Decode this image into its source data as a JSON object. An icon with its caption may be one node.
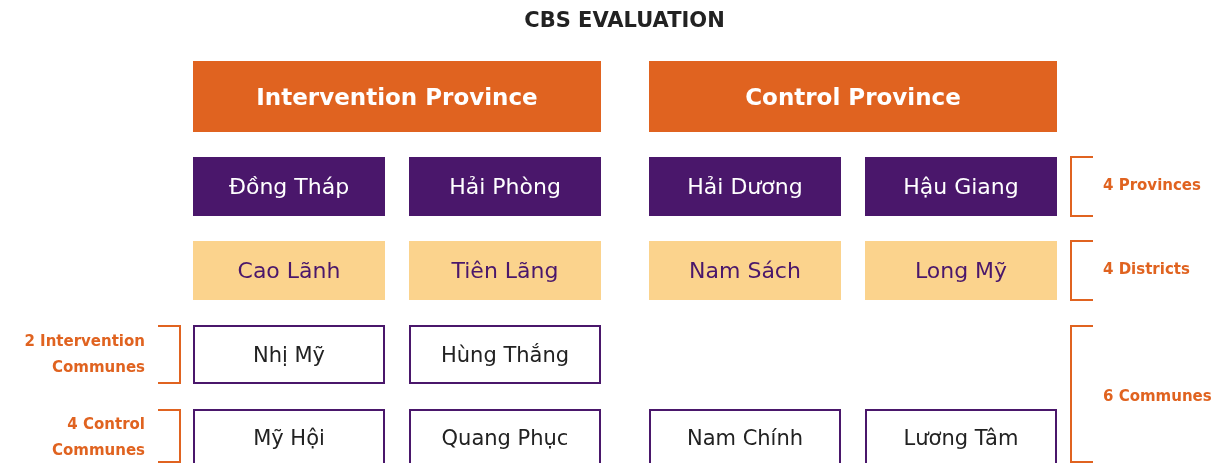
{
  "diagram": {
    "title": "CBS EVALUATION",
    "nodes": [
      {
        "text": [
          "Intervention Province"
        ]
      },
      {
        "text": [
          "Control Province"
        ]
      },
      {
        "text": [
          "Đồng Tháp"
        ]
      },
      {
        "text": [
          "Hải Phòng"
        ]
      },
      {
        "text": [
          "Hải Dương"
        ]
      },
      {
        "text": [
          "Hậu Giang"
        ]
      },
      {
        "text": [
          "Cao Lãnh"
        ]
      },
      {
        "text": [
          "Tiên Lãng"
        ]
      },
      {
        "text": [
          "Nam Sách"
        ]
      },
      {
        "text": [
          "Long Mỹ"
        ]
      },
      {
        "text": [
          "Nhị Mỹ"
        ]
      },
      {
        "text": [
          "Hùng Thắng"
        ]
      },
      {
        "text": [
          "Mỹ Hội"
        ]
      },
      {
        "text": [
          "Quang Phục"
        ]
      },
      {
        "text": [
          "Nam Chính"
        ]
      },
      {
        "text": [
          "Lương Tâm"
        ]
      }
    ],
    "edges": [],
    "labels": [
      "4 Provinces",
      "4 Districts",
      "2 Intervention Communes",
      "6 Communes",
      "4 Control Communes"
    ]
  }
}
